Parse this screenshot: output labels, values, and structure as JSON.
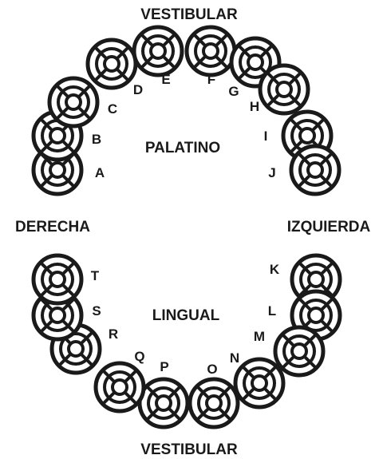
{
  "regions": {
    "top": "VESTIBULAR",
    "upper_center": "PALATINO",
    "left": "DERECHA",
    "right": "IZQUIERDA",
    "lower_center": "LINGUAL",
    "bottom": "VESTIBULAR"
  },
  "upper_arch": {
    "teeth": [
      "A",
      "B",
      "C",
      "D",
      "E",
      "F",
      "G",
      "H",
      "I",
      "J"
    ]
  },
  "lower_arch": {
    "teeth": [
      "K",
      "L",
      "M",
      "N",
      "O",
      "P",
      "Q",
      "R",
      "S",
      "T"
    ]
  },
  "colors": {
    "outline": "#1a1a1a",
    "background": "#ffffff"
  }
}
